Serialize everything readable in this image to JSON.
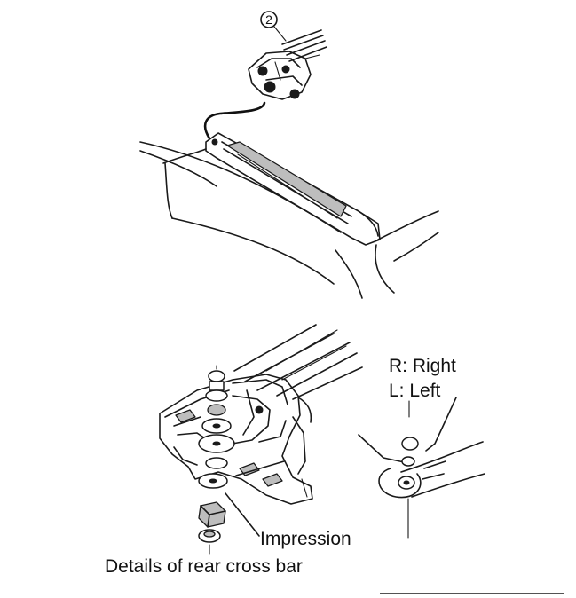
{
  "callout_number": "2",
  "labels": {
    "right": "R: Right",
    "left": "L: Left",
    "impression": "Impression",
    "caption": "Details of rear cross bar"
  }
}
